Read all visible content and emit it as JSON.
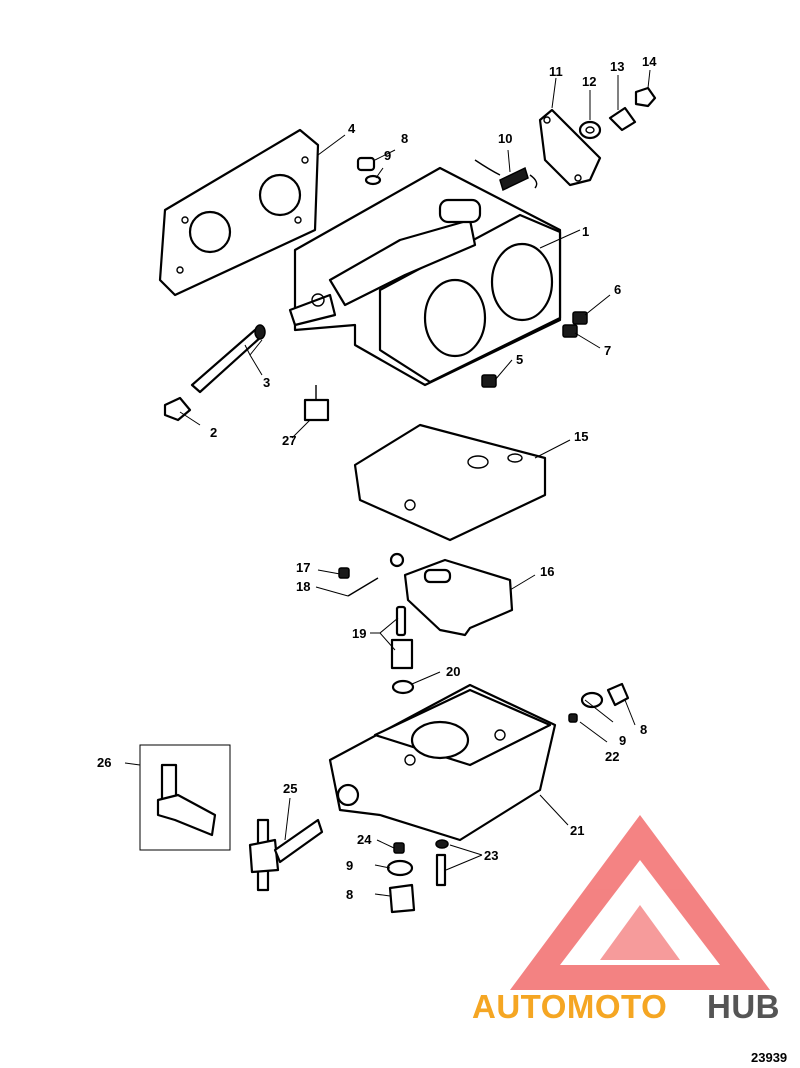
{
  "callouts": {
    "c1": "1",
    "c2": "2",
    "c3": "3",
    "c4": "4",
    "c5": "5",
    "c6": "6",
    "c7": "7",
    "c8a": "8",
    "c8b": "8",
    "c8c": "8",
    "c9a": "9",
    "c9b": "9",
    "c9c": "9",
    "c10": "10",
    "c11": "11",
    "c12": "12",
    "c13": "13",
    "c14": "14",
    "c15": "15",
    "c16": "16",
    "c17": "17",
    "c18": "18",
    "c19": "19",
    "c20": "20",
    "c21": "21",
    "c22": "22",
    "c23": "23",
    "c24": "24",
    "c25": "25",
    "c26": "26",
    "c27": "27"
  },
  "reference_number": "23939",
  "watermark": {
    "part1": "AUTOMOTO",
    "part2": "HUB",
    "color_primary": "#f26d6d",
    "color_secondary": "#f5a623",
    "color_tertiary": "#555555"
  }
}
